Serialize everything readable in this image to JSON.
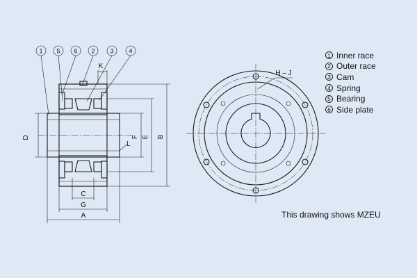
{
  "callouts": [
    "1",
    "5",
    "6",
    "2",
    "3",
    "4"
  ],
  "dimensions": {
    "A": "A",
    "B": "B",
    "C": "C",
    "D": "D",
    "E": "E",
    "F": "F",
    "G": "G",
    "K": "K",
    "L": "L",
    "HJ": "H – J"
  },
  "legend": [
    {
      "num": "1",
      "label": "Inner race"
    },
    {
      "num": "2",
      "label": "Outer race"
    },
    {
      "num": "3",
      "label": "Cam"
    },
    {
      "num": "4",
      "label": "Spring"
    },
    {
      "num": "5",
      "label": "Bearing"
    },
    {
      "num": "6",
      "label": "Side plate"
    }
  ],
  "caption": "This drawing shows MZEU",
  "colors": {
    "background": "#dfe9f6",
    "body_fill": "#c9ccd2",
    "section_fill": "#b4b8bf",
    "line": "#1a1a1a"
  }
}
